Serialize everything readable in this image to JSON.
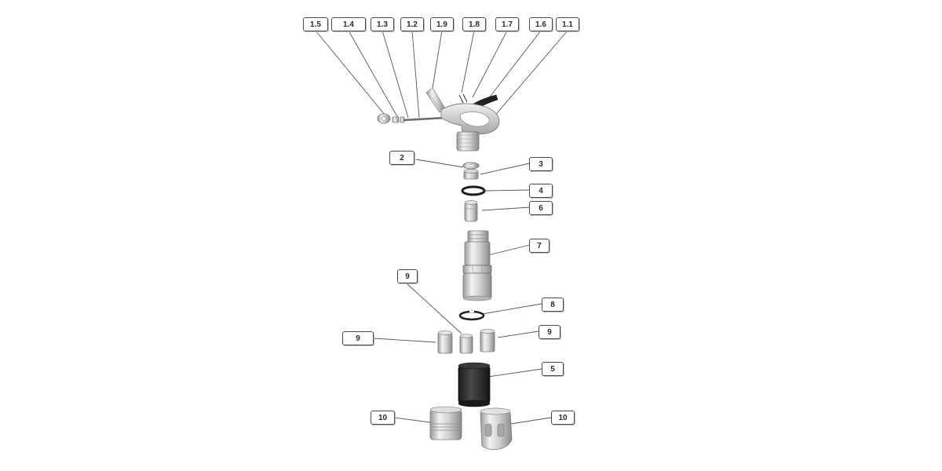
{
  "diagram": {
    "callouts": {
      "c_1_5": "1.5",
      "c_1_4": "1.4",
      "c_1_3": "1.3",
      "c_1_2": "1.2",
      "c_1_9": "1.9",
      "c_1_8": "1.8",
      "c_1_7": "1.7",
      "c_1_6": "1.6",
      "c_1_1": "1.1",
      "c_2": "2",
      "c_3": "3",
      "c_4": "4",
      "c_6": "6",
      "c_7": "7",
      "c_9_top": "9",
      "c_8": "8",
      "c_9_left": "9",
      "c_9_right": "9",
      "c_5": "5",
      "c_10_left": "10",
      "c_10_right": "10"
    },
    "colors": {
      "metal_light": "#e6e6e6",
      "metal_mid": "#bdbdbd",
      "metal_dark": "#8c8c8c",
      "rubber": "#2a2a2a",
      "line": "#555555"
    }
  }
}
